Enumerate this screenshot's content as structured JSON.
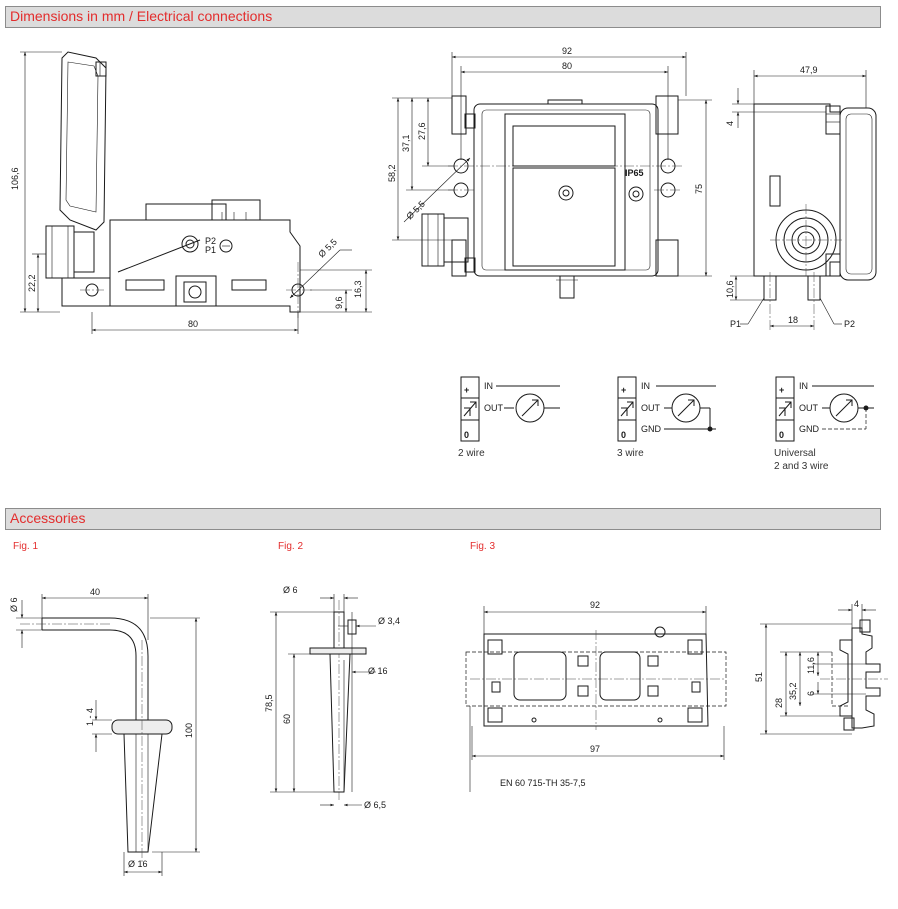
{
  "colors": {
    "section_title": "#e32d2d",
    "fig_label": "#e32d2d",
    "line": "#1a1a1a",
    "header_bg": "#dcdcdc"
  },
  "sections": {
    "dimensions": "Dimensions in mm / Electrical connections",
    "accessories": "Accessories"
  },
  "side_view": {
    "dim_height": "106,6",
    "dim_width": "80",
    "dim_base": "22,2",
    "dim_hole": "Ø 5,5",
    "dim_16_3": "16,3",
    "dim_9_6": "9,6",
    "port_p2": "P2",
    "port_p1": "P1"
  },
  "front_view": {
    "dim_92": "92",
    "dim_80": "80",
    "dim_58_2": "58,2",
    "dim_37_1": "37,1",
    "dim_27_6": "27,6",
    "dim_hole": "Ø 5,5",
    "dim_75": "75",
    "ip_label": "IP65"
  },
  "right_view": {
    "dim_47_9": "47,9",
    "dim_4": "4",
    "dim_10_6": "10,6",
    "dim_18": "18",
    "label_p1": "P1",
    "label_p2": "P2"
  },
  "wiring": {
    "in_label": "IN",
    "out_label": "OUT",
    "gnd_label": "GND",
    "plus": "+",
    "zero": "0",
    "captions": [
      "2 wire",
      "3 wire",
      "Universal",
      "2 and 3 wire"
    ]
  },
  "accessories": {
    "fig1": {
      "label": "Fig. 1",
      "d6": "Ø 6",
      "w40": "40",
      "h100": "100",
      "d16": "Ø 16",
      "r14": "1 - 4"
    },
    "fig2": {
      "label": "Fig. 2",
      "d6": "Ø 6",
      "d3_4": "Ø 3,4",
      "d16": "Ø 16",
      "h78_5": "78,5",
      "h60": "60",
      "d6_5": "Ø 6,5"
    },
    "fig3": {
      "label": "Fig. 3",
      "w92": "92",
      "w97": "97",
      "rail": "EN 60 715-TH 35-7,5",
      "d4": "4",
      "h51": "51",
      "h35_2": "35,2",
      "h28": "28",
      "h11_6": "11,6",
      "h6": "6"
    }
  }
}
